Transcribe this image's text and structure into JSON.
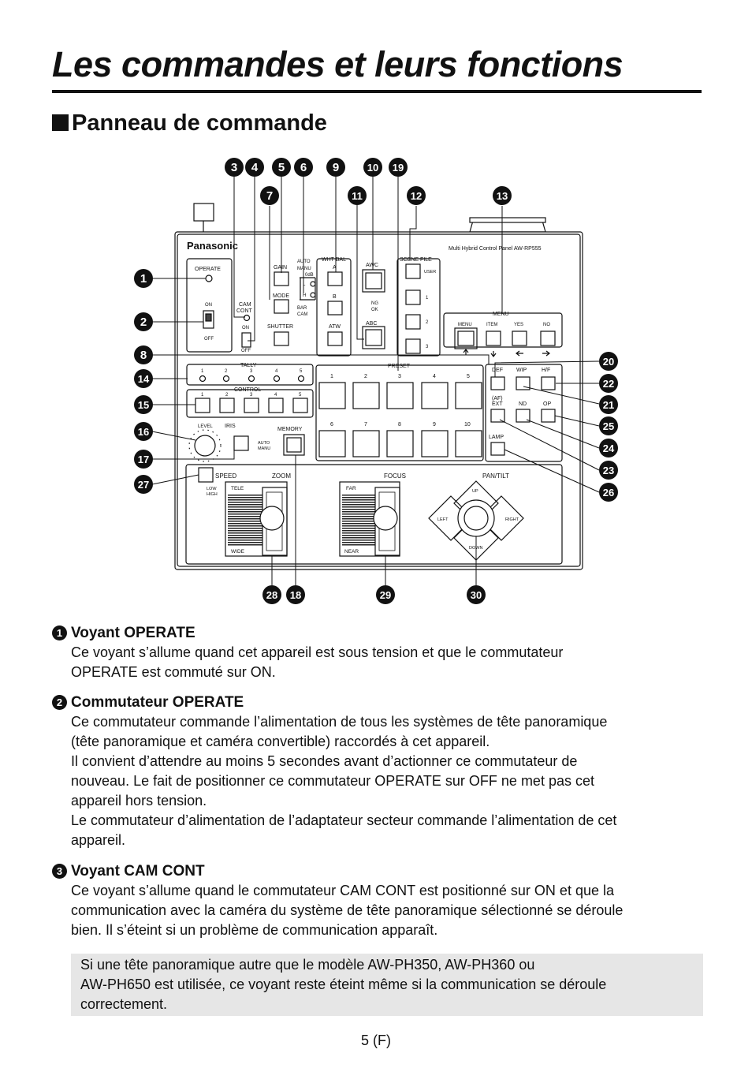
{
  "page": {
    "title": "Les commandes et leurs fonctions",
    "section_heading": "Panneau de commande",
    "page_number": "5 (F)"
  },
  "panel": {
    "brand": "Panasonic",
    "model": "Multi Hybrid Control Panel AW-RP555",
    "labels": {
      "operate": "OPERATE",
      "on": "ON",
      "off": "OFF",
      "cam_cont_1": "CAM",
      "cam_cont_2": "CONT",
      "gain": "GAIN",
      "gain_auto": "AUTO",
      "gain_manu": "MANU",
      "gain_0db": "0dB",
      "gain_l": "L",
      "gain_h": "H",
      "mode": "MODE",
      "mode_bar": "BAR",
      "mode_cam": "CAM",
      "shutter": "SHUTTER",
      "wht_bal": "WHT BAL",
      "wb_a": "A",
      "wb_b": "B",
      "atw": "ATW",
      "awc": "AWC",
      "abc": "ABC",
      "ng": "NG",
      "ok": "OK",
      "scene_file": "SCENE FILE",
      "user": "USER",
      "sf1": "1",
      "sf2": "2",
      "sf3": "3",
      "menu": "MENU",
      "menu_btn": "MENU",
      "item": "ITEM",
      "yes": "YES",
      "no": "NO",
      "tally": "TALLY",
      "control": "CONTROL",
      "preset": "PRESET",
      "level": "LEVEL",
      "iris": "IRIS",
      "iris_auto": "AUTO",
      "iris_manu": "MANU",
      "memory": "MEMORY",
      "def": "DEF",
      "wip": "WIP",
      "hf": "H/F",
      "af": "(AF)",
      "ext": "EXT",
      "nd": "ND",
      "op": "OP",
      "lamp": "LAMP",
      "speed": "SPEED",
      "low": "LOW",
      "high": "HIGH",
      "zoom": "ZOOM",
      "tele": "TELE",
      "wide": "WIDE",
      "focus": "FOCUS",
      "far": "FAR",
      "near": "NEAR",
      "pan_tilt": "PAN/TILT",
      "up": "UP",
      "down": "DOWN",
      "left": "LEFT",
      "right": "RIGHT"
    },
    "tally_numbers": [
      "1",
      "2",
      "3",
      "4",
      "5"
    ],
    "control_numbers": [
      "1",
      "2",
      "3",
      "4",
      "5"
    ],
    "preset_top": [
      "1",
      "2",
      "3",
      "4",
      "5"
    ],
    "preset_bottom": [
      "6",
      "7",
      "8",
      "9",
      "10"
    ]
  },
  "callouts": [
    "1",
    "2",
    "3",
    "4",
    "5",
    "6",
    "7",
    "8",
    "9",
    "10",
    "11",
    "12",
    "13",
    "14",
    "15",
    "16",
    "17",
    "18",
    "19",
    "20",
    "21",
    "22",
    "23",
    "24",
    "25",
    "26",
    "27",
    "28",
    "29",
    "30"
  ],
  "items": [
    {
      "number": "1",
      "title": "Voyant OPERATE",
      "lines": [
        "Ce voyant s’allume quand cet appareil est sous tension et que le commutateur",
        "OPERATE est commuté sur ON."
      ]
    },
    {
      "number": "2",
      "title": "Commutateur OPERATE",
      "lines": [
        "Ce commutateur commande l’alimentation de tous les systèmes de tête panoramique",
        "(tête panoramique et caméra convertible) raccordés à cet appareil.",
        "Il convient d’attendre au moins 5 secondes avant d’actionner ce commutateur de",
        "nouveau. Le fait de positionner ce commutateur OPERATE sur OFF ne met pas cet",
        "appareil hors tension.",
        "Le commutateur d’alimentation de l’adaptateur secteur commande l’alimentation de cet",
        "appareil."
      ]
    },
    {
      "number": "3",
      "title": "Voyant CAM CONT",
      "lines": [
        "Ce voyant s’allume quand le commutateur CAM CONT est positionné sur ON et que la",
        "communication avec la caméra du système de tête panoramique sélectionné se déroule",
        "bien. Il s’éteint si un problème de communication apparaît."
      ]
    }
  ],
  "note": {
    "lines": [
      "Si une tête panoramique autre que le modèle AW-PH350, AW-PH360 ou",
      "AW-PH650 est utilisée, ce voyant reste éteint même si la communication se déroule",
      "correctement."
    ]
  }
}
